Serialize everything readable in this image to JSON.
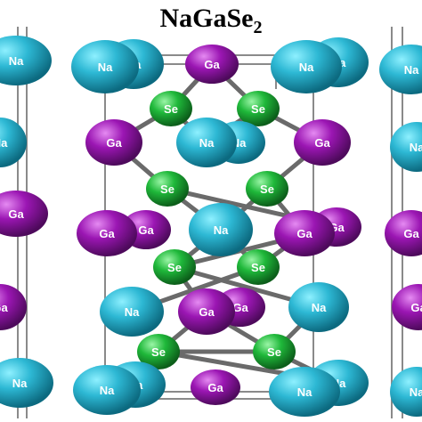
{
  "title": {
    "main": "NaGaSe",
    "subscript": "2"
  },
  "colors": {
    "Na": "#2db8d4",
    "Ga": "#9b16b3",
    "Se": "#1fb83a",
    "bond": "#6a6a6a",
    "cell": "#8a8a8a"
  },
  "atom_labels": {
    "Na": "Na",
    "Ga": "Ga",
    "Se": "Se"
  }
}
